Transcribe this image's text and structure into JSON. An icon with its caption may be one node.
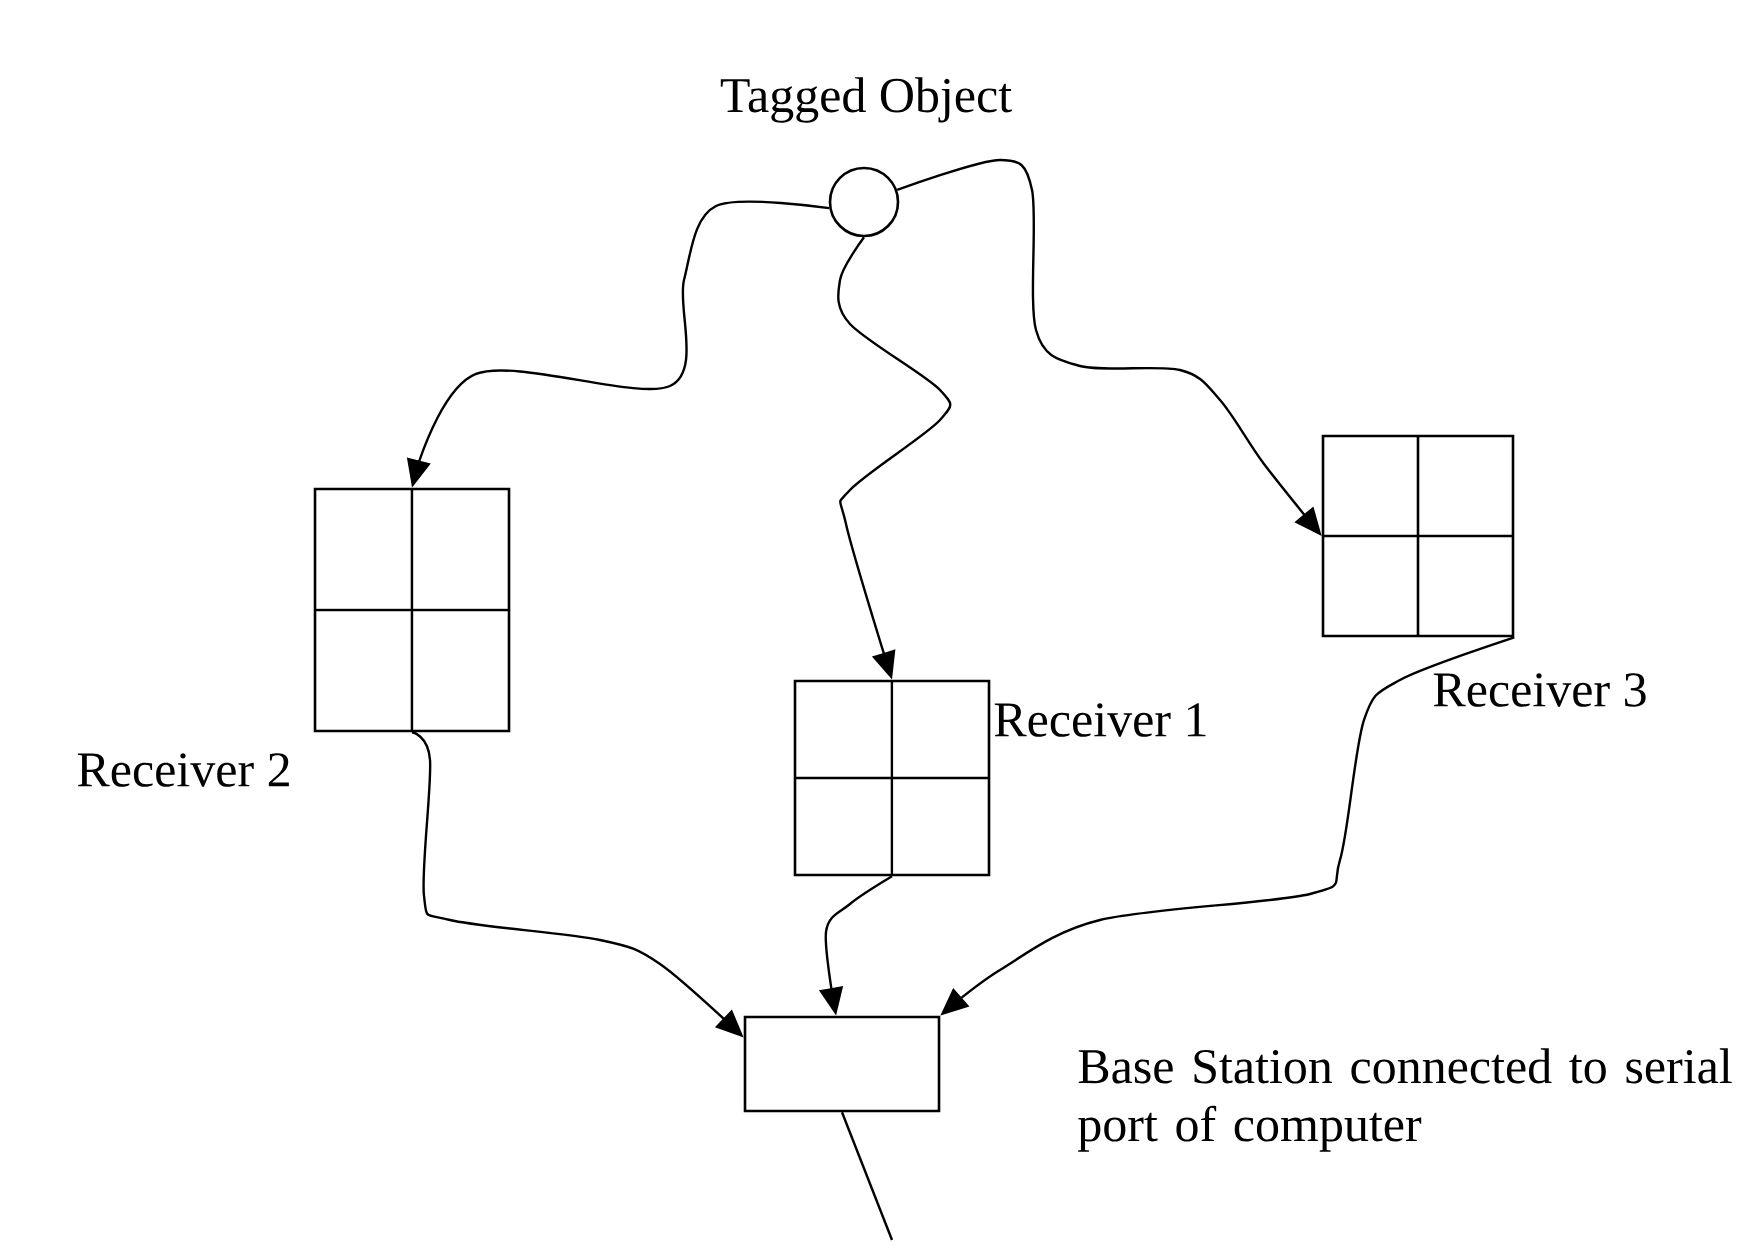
{
  "diagram": {
    "nodes": [
      {
        "text": [
          "Tagged Object"
        ]
      },
      {
        "text": [
          "Receiver 2"
        ]
      },
      {
        "text": [
          "Receiver 1"
        ]
      },
      {
        "text": [
          "Receiver 3"
        ]
      },
      {
        "text": [
          "Base Station connected to serial port of computer"
        ]
      }
    ],
    "edges": [
      {
        "from": 0,
        "to": 1,
        "arrow": "to"
      },
      {
        "from": 0,
        "to": 2,
        "arrow": "to"
      },
      {
        "from": 0,
        "to": 3,
        "arrow": "to"
      },
      {
        "from": 1,
        "to": 4,
        "arrow": "to"
      },
      {
        "from": 2,
        "to": 4,
        "arrow": "to"
      },
      {
        "from": 3,
        "to": 4,
        "arrow": "to"
      },
      {
        "from": 4,
        "to": null,
        "arrow": "none"
      }
    ]
  }
}
